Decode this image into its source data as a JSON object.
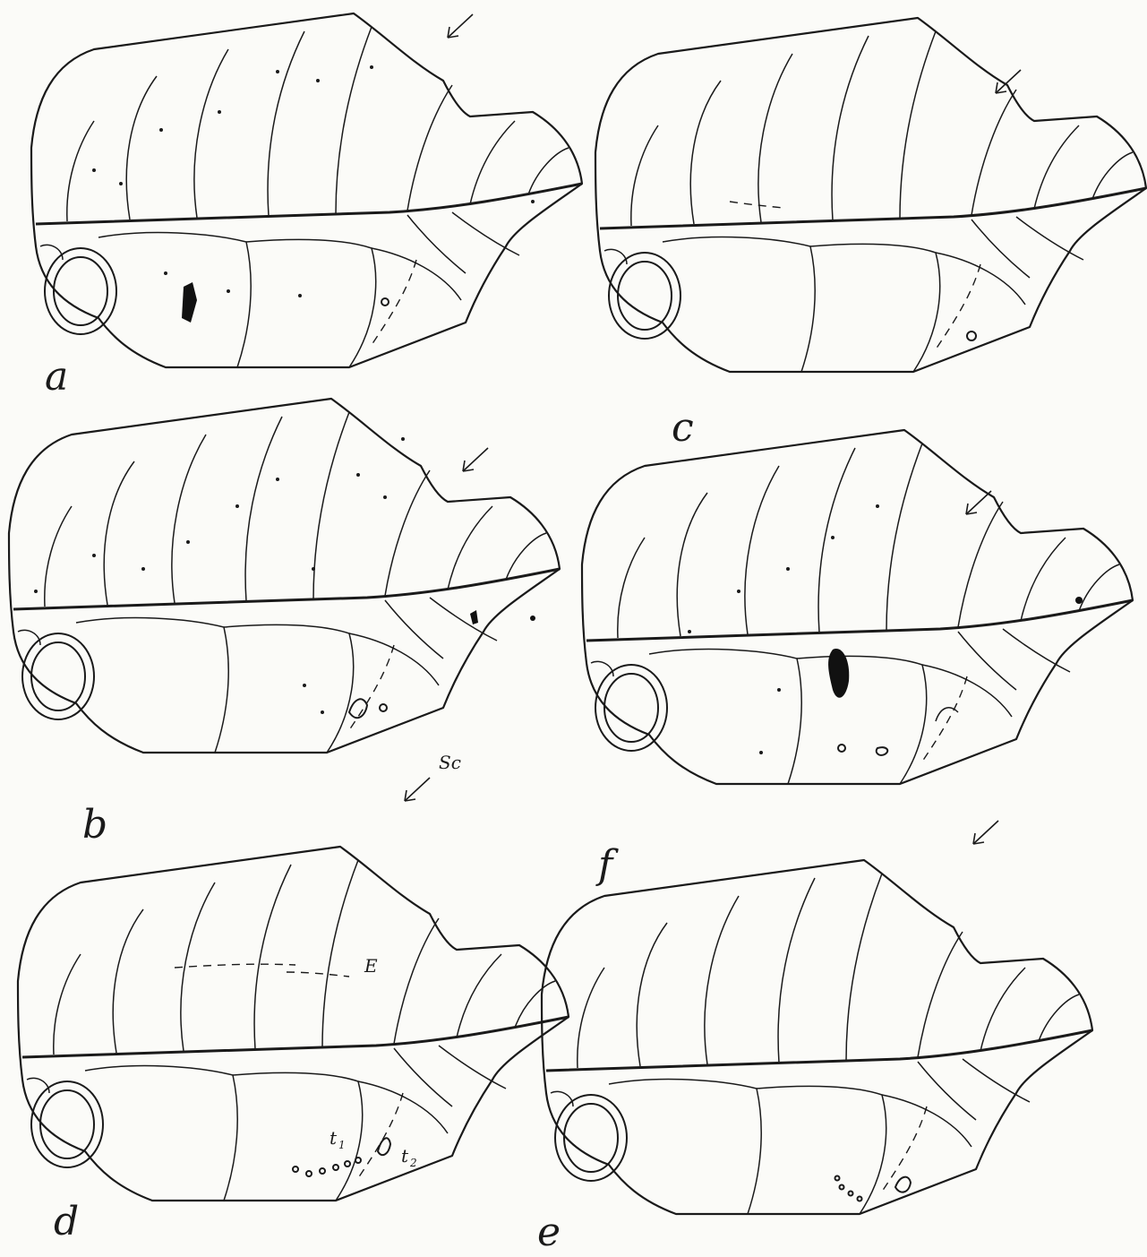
{
  "figure": {
    "panels": [
      {
        "id": "a",
        "label": "a"
      },
      {
        "id": "b",
        "label": "b"
      },
      {
        "id": "c",
        "label": "c"
      },
      {
        "id": "d",
        "label": "d"
      },
      {
        "id": "e",
        "label": "e"
      },
      {
        "id": "f",
        "label": "f"
      }
    ],
    "annotations": {
      "sc": "Sc",
      "e": "E",
      "t": "t",
      "t1_sub": "1",
      "t2_sub": "2"
    }
  }
}
